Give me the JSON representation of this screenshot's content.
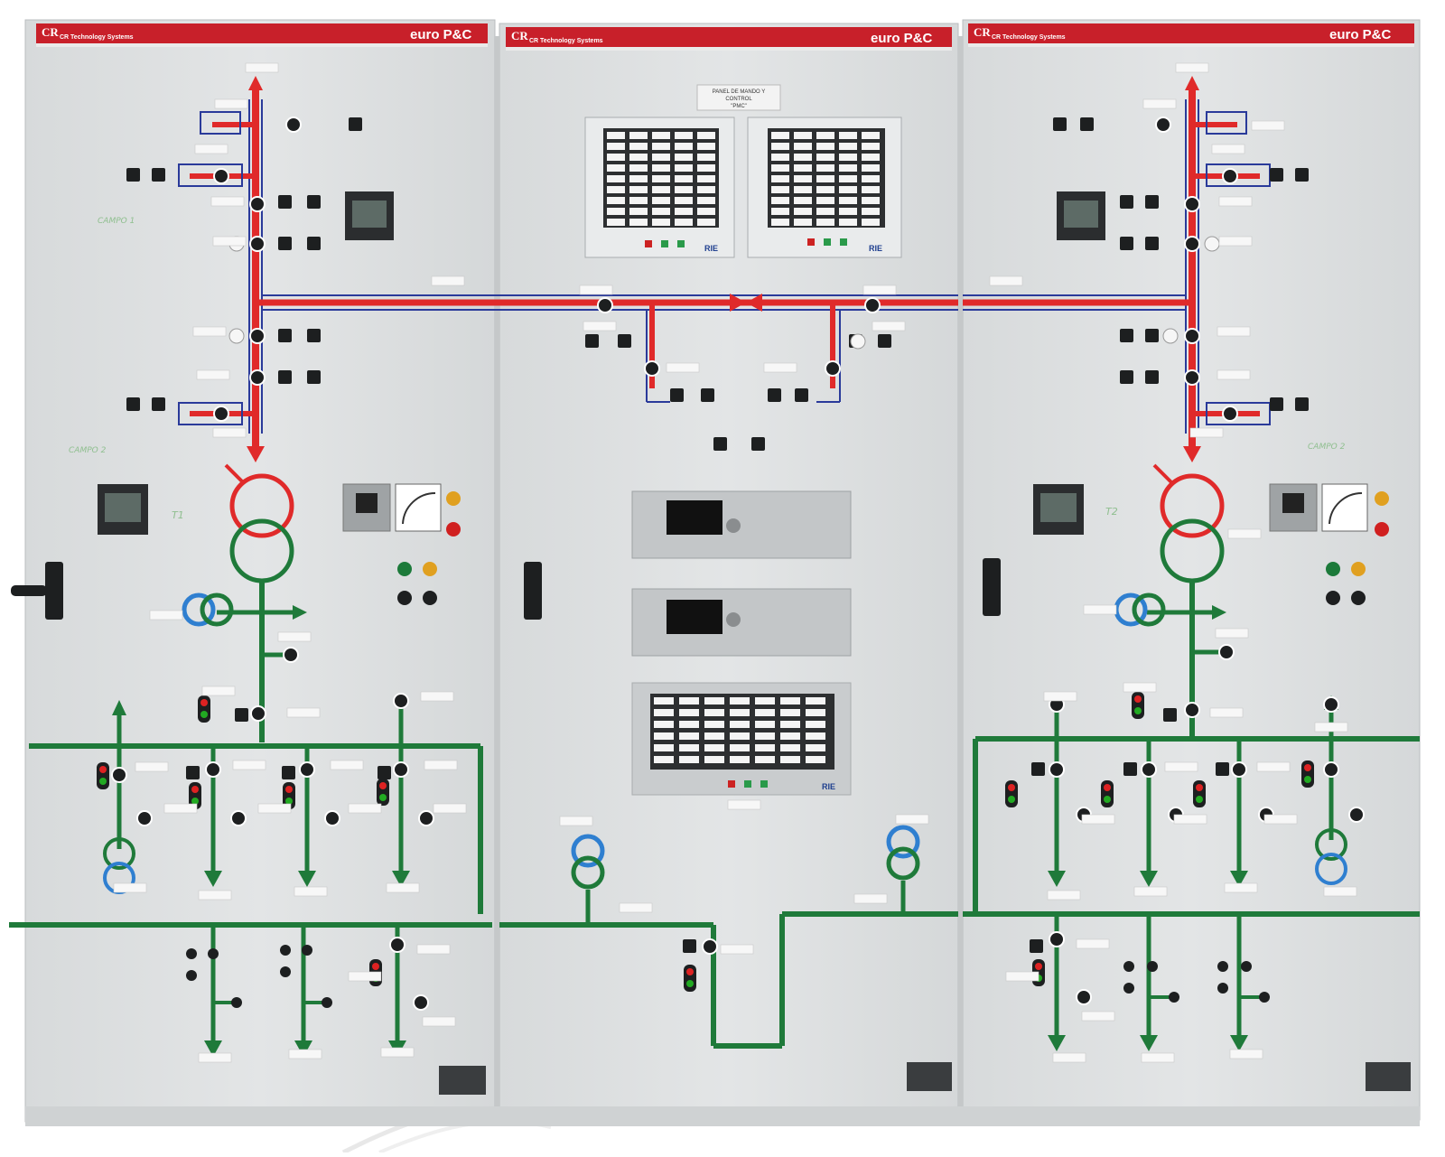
{
  "brand": {
    "left_name": "CR Technology Systems",
    "right_name": "euro P&C"
  },
  "center_panel": {
    "title_line1": "PANEL DE MANDO Y CONTROL",
    "title_line2": "\"PMC\"",
    "annunciator_logo": "RIE"
  },
  "field_labels": {
    "left_upper": "CAMPO 1",
    "left_lower": "CAMPO 2",
    "right_lower": "CAMPO 2",
    "left_transformer": "T1",
    "right_transformer": "T2"
  },
  "colors": {
    "panel_gray": "#dcdfe0",
    "header_red": "#c8202a",
    "busbar_red": "#e02a2a",
    "busbar_blue": "#2a3a9a",
    "busbar_green": "#1f7a3a",
    "ct_blue": "#2f7fd0"
  }
}
